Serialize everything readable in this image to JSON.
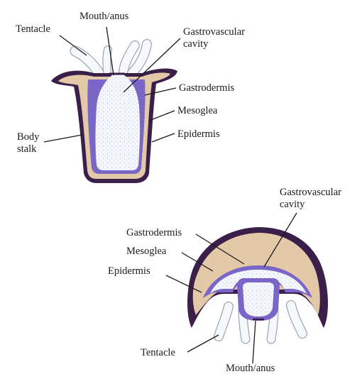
{
  "colors": {
    "epidermis": "#3a1f4a",
    "mesoglea": "#e3c9a8",
    "gastrodermis": "#7a66c6",
    "cavity": "#f4f6fb",
    "tentacle": "#f6f8fb",
    "text": "#1a1a1a"
  },
  "polyp": {
    "labels": {
      "mouth": "Mouth/anus",
      "tentacle": "Tentacle",
      "cavity_line1": "Gastrovascular",
      "cavity_line2": "cavity",
      "gastrodermis": "Gastrodermis",
      "mesoglea": "Mesoglea",
      "epidermis": "Epidermis",
      "stalk_line1": "Body",
      "stalk_line2": "stalk"
    }
  },
  "medusa": {
    "labels": {
      "cavity_line1": "Gastrovascular",
      "cavity_line2": "cavity",
      "gastrodermis": "Gastrodermis",
      "mesoglea": "Mesoglea",
      "epidermis": "Epidermis",
      "tentacle": "Tentacle",
      "mouth": "Mouth/anus"
    }
  }
}
